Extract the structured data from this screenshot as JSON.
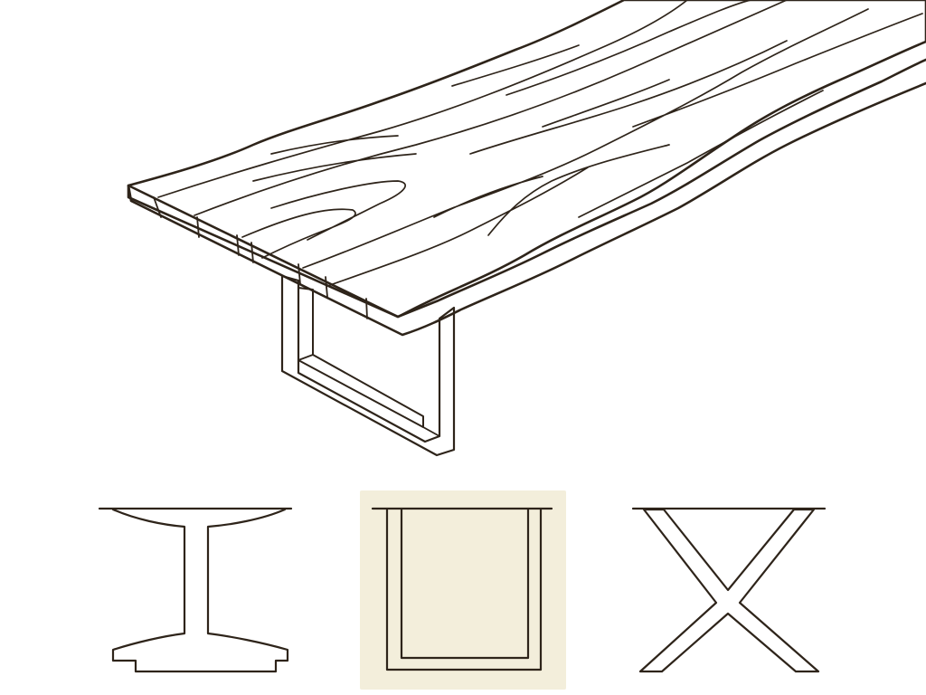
{
  "colors": {
    "background": "#ffffff",
    "ink": "#2e241a",
    "leg_fill": "#f4efd9",
    "leg_fill_shadow": "#ebe4c8",
    "selected_tile": "#f3eedb",
    "tabletop_fill": "#ffffff"
  },
  "leg_options": [
    {
      "style": "I",
      "selected": false
    },
    {
      "style": "U",
      "selected": true
    },
    {
      "style": "X",
      "selected": false
    }
  ]
}
